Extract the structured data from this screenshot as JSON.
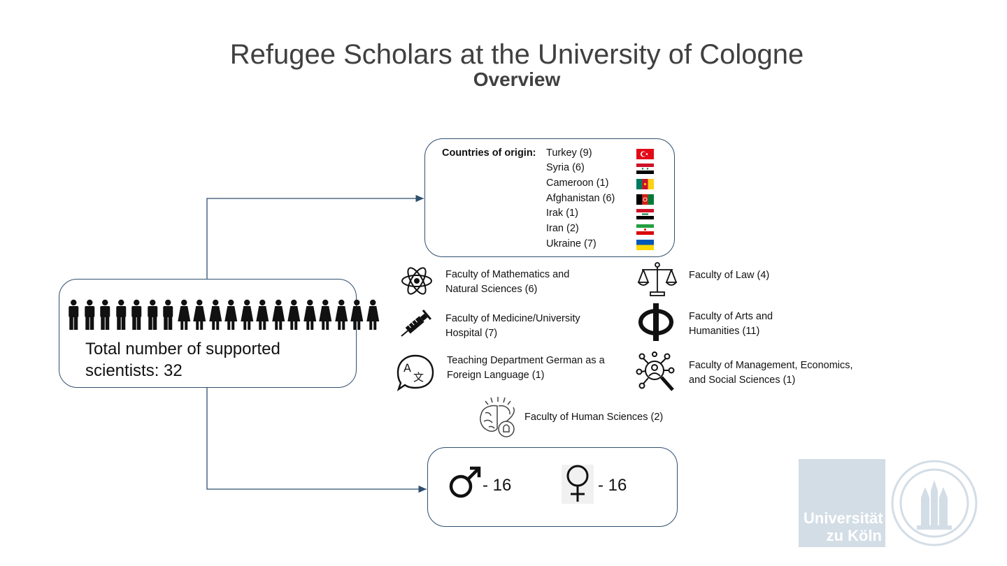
{
  "title": "Refugee Scholars at the University of Cologne",
  "subtitle": "Overview",
  "total": {
    "label_line1": "Total number of supported",
    "label_line2": "scientists: 32",
    "male_icons": 7,
    "female_icons": 13
  },
  "countries": {
    "heading": "Countries of origin:",
    "items": [
      {
        "name": "Turkey (9)",
        "flag": "turkey-flag-icon"
      },
      {
        "name": "Syria (6)",
        "flag": "syria-flag-icon"
      },
      {
        "name": "Cameroon (1)",
        "flag": "cameroon-flag-icon"
      },
      {
        "name": "Afghanistan (6)",
        "flag": "afghanistan-flag-icon"
      },
      {
        "name": "Irak (1)",
        "flag": "iraq-flag-icon"
      },
      {
        "name": "Iran (2)",
        "flag": "iran-flag-icon"
      },
      {
        "name": "Ukraine (7)",
        "flag": "ukraine-flag-icon"
      }
    ]
  },
  "faculties": {
    "math": {
      "line1": "Faculty of Mathematics and",
      "line2": "Natural Sciences (6)",
      "icon": "atom-icon"
    },
    "law": {
      "line1": "Faculty of Law (4)",
      "icon": "scales-icon"
    },
    "medicine": {
      "line1": "Faculty of Medicine/University",
      "line2": "Hospital (7)",
      "icon": "syringe-icon"
    },
    "arts": {
      "line1": "Faculty of Arts and",
      "line2": "Humanities (11)",
      "icon": "phi-icon"
    },
    "german": {
      "line1": "Teaching Department German as a",
      "line2": "Foreign Language (1)",
      "icon": "language-bubble-icon"
    },
    "management": {
      "line1": "Faculty of Management, Economics,",
      "line2": "and Social Sciences (1)",
      "icon": "person-magnifier-icon"
    },
    "human": {
      "line1": "Faculty of Human Sciences (2)",
      "icon": "brain-icon"
    }
  },
  "gender": {
    "male_text": "-  16",
    "female_text": "- 16"
  },
  "logo": {
    "line1": "Universität",
    "line2": "zu Köln"
  },
  "colors": {
    "box_border": "#2e4f6e",
    "arrow": "#2e4f6e",
    "title": "#404040",
    "logo_bg": "#d3dde6"
  }
}
